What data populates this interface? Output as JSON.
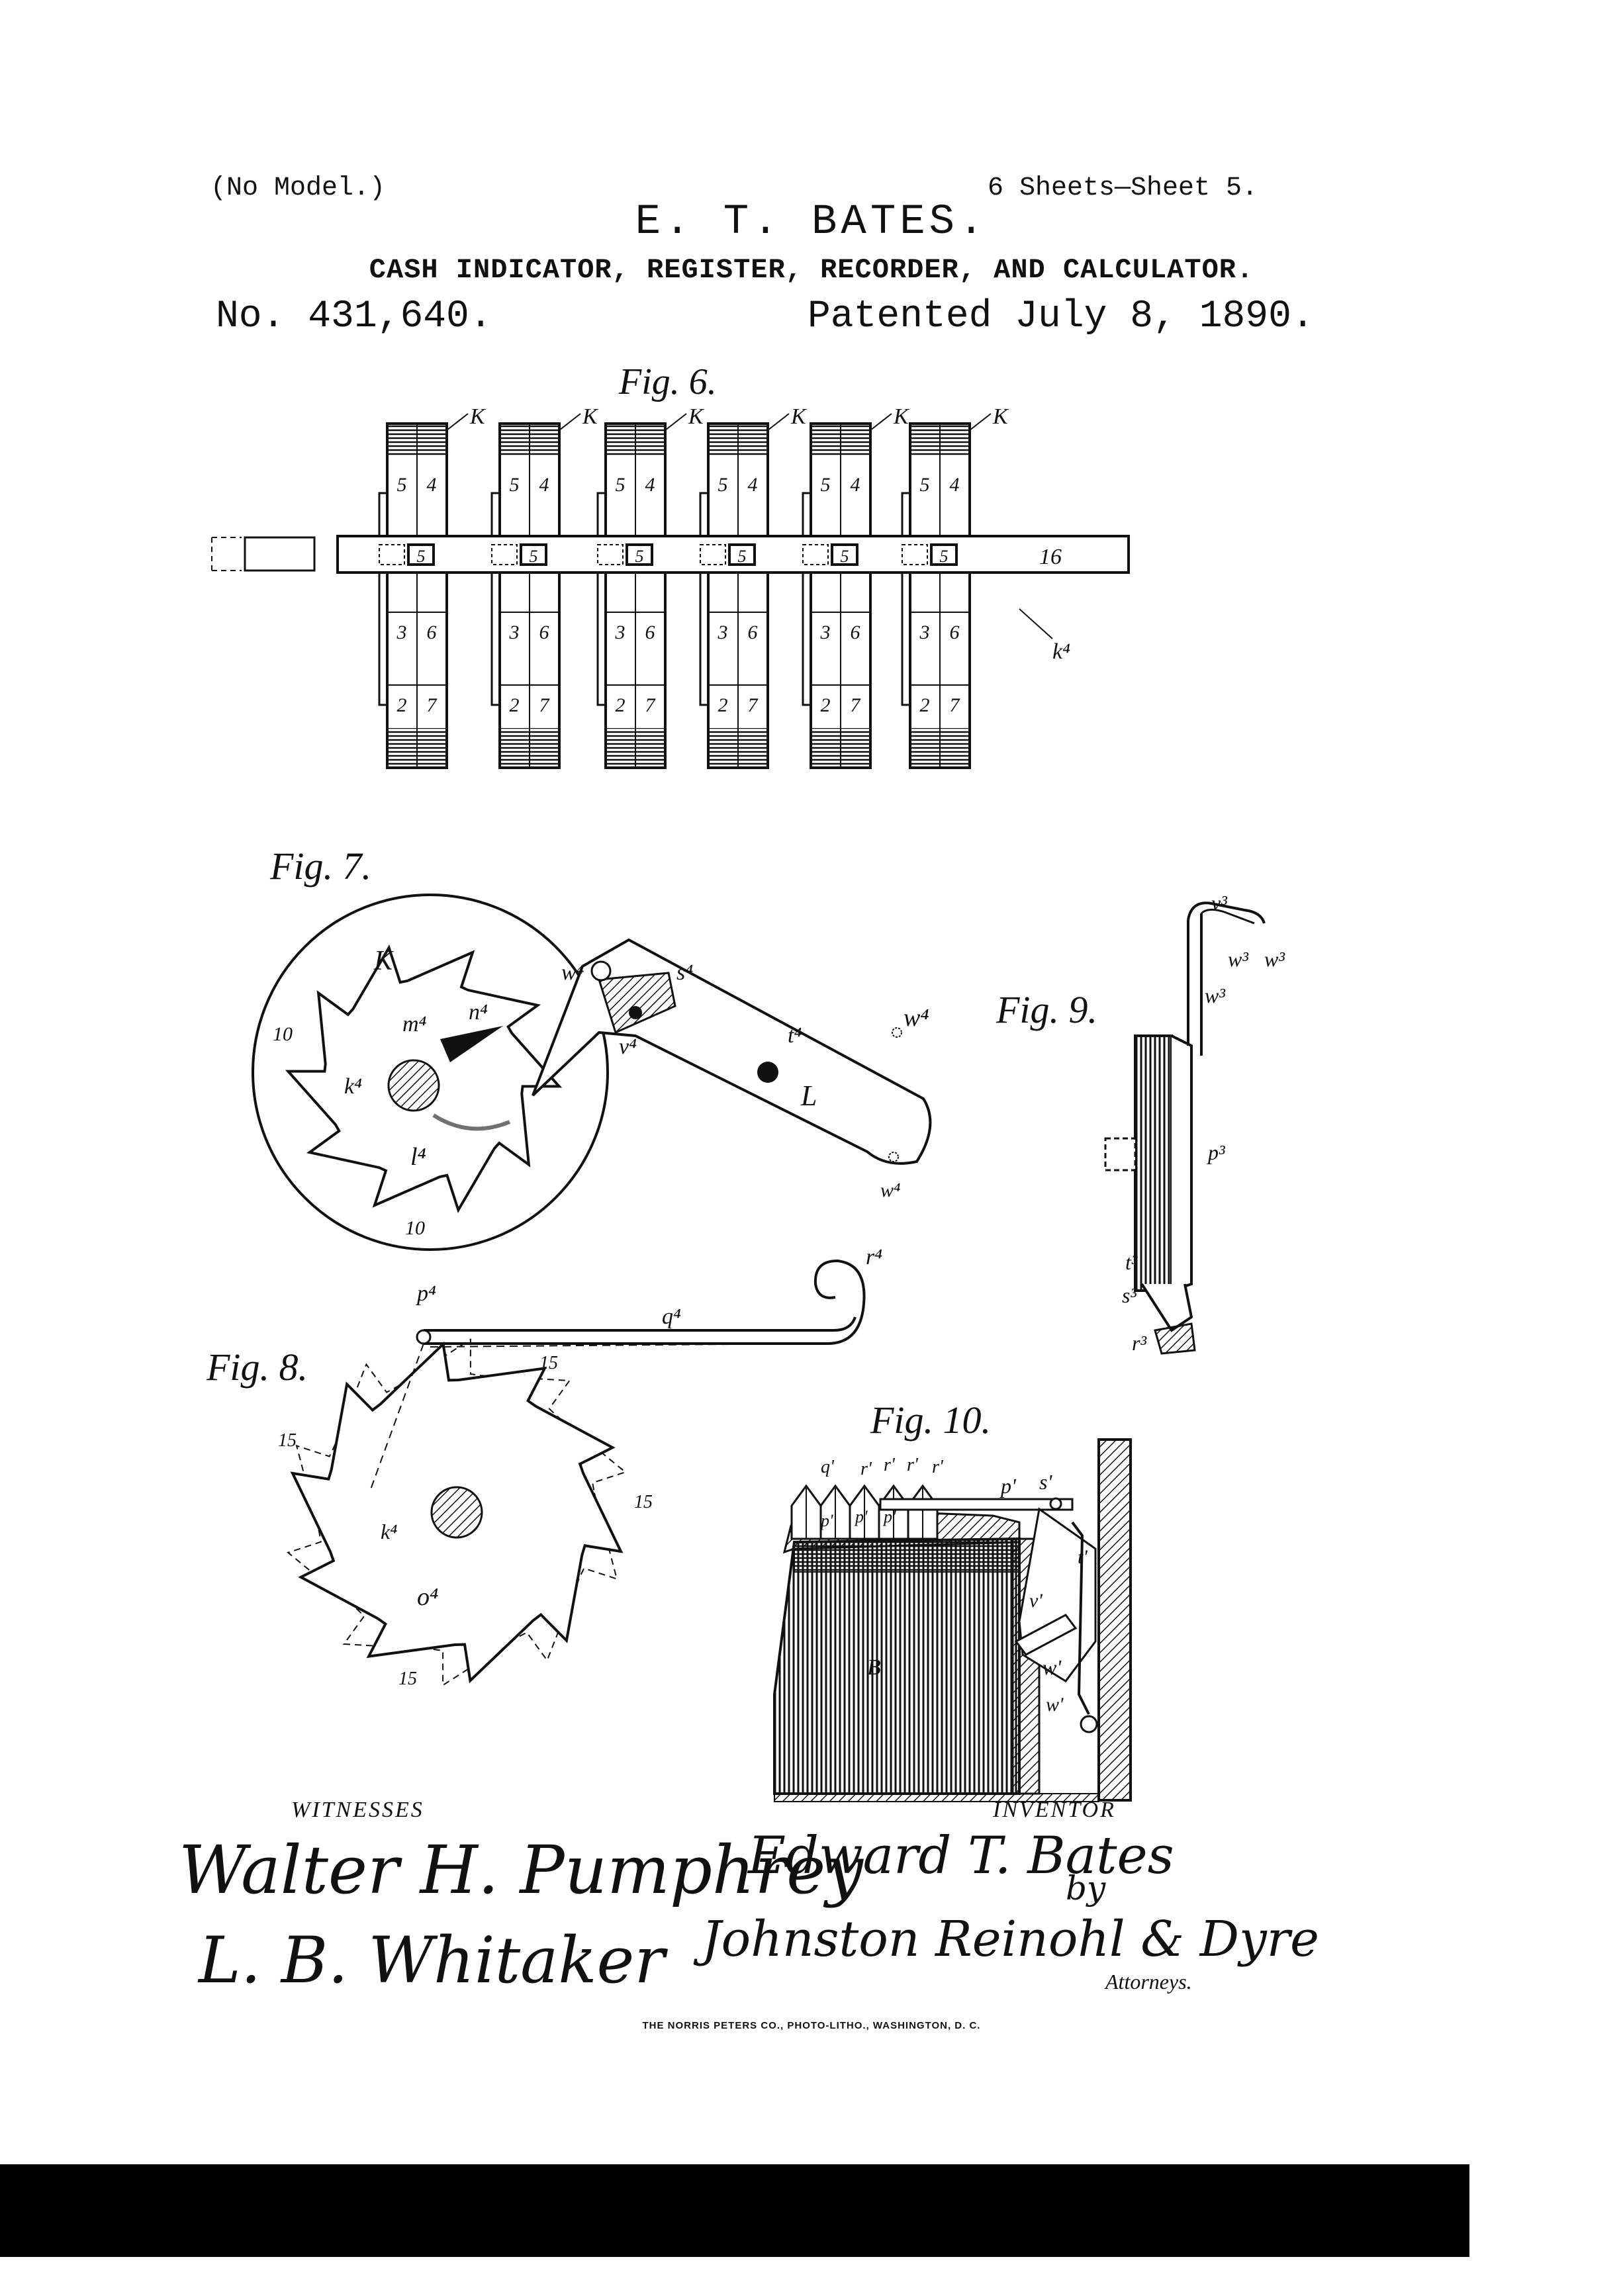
{
  "header": {
    "no_model": "(No Model.)",
    "sheets": "6 Sheets—Sheet 5.",
    "inventor": "E. T. BATES.",
    "title": "CASH INDICATOR, REGISTER, RECORDER, AND CALCULATOR.",
    "patent_no": "No. 431,640.",
    "patented": "Patented July 8, 1890."
  },
  "figures": {
    "fig6": {
      "caption": "Fig. 6.",
      "wheel_label": "K",
      "bar_label": "16",
      "shaft_label": "k⁴",
      "top_digits": [
        "5",
        "4"
      ],
      "mid_digit": "5",
      "low_digits": [
        "3",
        "6"
      ],
      "bottom_digits": [
        "2",
        "7"
      ]
    },
    "fig7": {
      "caption": "Fig. 7.",
      "labels": {
        "K": "K",
        "w4": "w⁴",
        "s4": "s⁴",
        "m4": "m⁴",
        "n4": "n⁴",
        "v4": "v⁴",
        "t4": "t⁴",
        "w4b": "w⁴",
        "L": "L",
        "k4": "k⁴",
        "ten_a": "10",
        "l4": "l⁴",
        "ten_b": "10",
        "w4c": "w⁴"
      }
    },
    "fig8": {
      "caption": "Fig. 8.",
      "labels": {
        "p4": "p⁴",
        "q4": "q⁴",
        "r4": "r⁴",
        "n15": "15",
        "a15": "15",
        "b15": "15",
        "c15": "15",
        "k4": "k⁴",
        "o4": "o⁴"
      }
    },
    "fig9": {
      "caption": "Fig. 9.",
      "labels": {
        "v3": "v³",
        "w3": "w³",
        "w3b": "w³",
        "w3c": "w³",
        "p3": "p³",
        "t3": "t³",
        "s3": "s³",
        "r3": "r³"
      }
    },
    "fig10": {
      "caption": "Fig. 10.",
      "labels": {
        "q1": "q'",
        "r1a": "r'",
        "r1b": "r'",
        "r1c": "r'",
        "r1d": "r'",
        "p1a": "p'",
        "p1b": "p'",
        "p1c": "p'",
        "p1d": "p'",
        "s1": "s'",
        "t1": "t'",
        "v1": "v'",
        "w1": "w'",
        "w1b": "w'",
        "B": "B"
      }
    }
  },
  "witnesses": {
    "heading": "WITNESSES",
    "first": "Walter H. Pumphrey",
    "second": "L. B. Whitaker"
  },
  "inventor_block": {
    "heading": "INVENTOR",
    "name": "Edward T. Bates",
    "by": "by",
    "attorneys_names": "Johnston Reinohl & Dyre",
    "attorneys": "Attorneys."
  },
  "printer": "THE NORRIS PETERS CO., PHOTO-LITHO., WASHINGTON, D. C."
}
